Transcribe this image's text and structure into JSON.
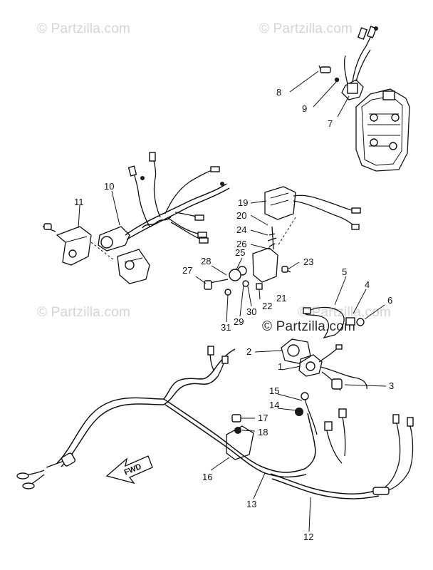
{
  "watermarks": [
    {
      "text": "© Partzilla.com",
      "style": "light"
    },
    {
      "text": "© Partzilla.com",
      "style": "light"
    },
    {
      "text": "© Partzilla.com",
      "style": "light"
    },
    {
      "text": "© Partzilla.com",
      "style": "light"
    },
    {
      "text": "© Partzilla.com",
      "style": "dark"
    }
  ],
  "callouts": [
    "1",
    "2",
    "3",
    "4",
    "5",
    "6",
    "7",
    "8",
    "9",
    "10",
    "11",
    "12",
    "13",
    "14",
    "15",
    "16",
    "17",
    "18",
    "19",
    "20",
    "21",
    "22",
    "23",
    "24",
    "25",
    "26",
    "27",
    "28",
    "29",
    "30",
    "31"
  ],
  "fwd_label": "FWD"
}
